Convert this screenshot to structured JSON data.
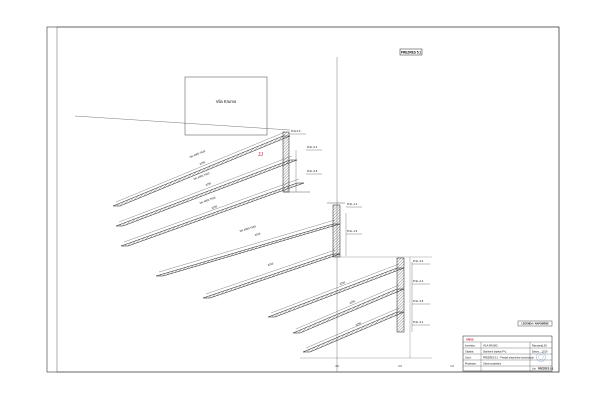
{
  "sheet": {
    "title_badge": "PREZRES 5.1",
    "building_box_label": "Vila Krumo",
    "red_mark": "JJ"
  },
  "beams": [
    {
      "label": "DK.4000.T620",
      "dim": "2250"
    },
    {
      "label": "DK.4000.T620",
      "dim": "2250"
    },
    {
      "label": "DK.4000.T620",
      "dim": "2250"
    },
    {
      "label": "DK.4000.T620",
      "dim": "2250"
    },
    {
      "label": "",
      "dim": "2250"
    },
    {
      "label": "",
      "dim": "2250"
    },
    {
      "label": "",
      "dim": "2250"
    },
    {
      "label": "",
      "dim": "2250"
    }
  ],
  "level_marks": [
    "Pl.kt.0.0",
    "Pl.kt.-0.4",
    "Pl.kt.-0.8",
    "Pl.kt.-1.2",
    "Pl.kt.-1.6",
    "Pl.kt.-2.0",
    "Pl.kt.-2.4",
    "Pl.kt.-2.8",
    "Pl.kt.-3.2"
  ],
  "axis_labels": [
    "3.0",
    "2.0",
    "1.0"
  ],
  "title_block": {
    "logo": "ARHIS",
    "top_tag": "LEGENDA / NAPOMENE",
    "project_label": "Investitor:",
    "project_value": "VILA KRUMO",
    "object_label": "Objekat:",
    "object_value": "Stambeni objekat P+1",
    "drawing_label": "Crtež:",
    "drawing_value": "PREZRES 5.1 - Presjek stepenišne konstrukcije",
    "designer_label": "Projektant:",
    "designer_value": "Glavni projektant",
    "scale_label": "Razmjera",
    "scale_value": "1:50",
    "sheet_label": "List",
    "sheet_value": "PREZRES 5.1",
    "date_label": "Datum",
    "date_value": "2019"
  }
}
